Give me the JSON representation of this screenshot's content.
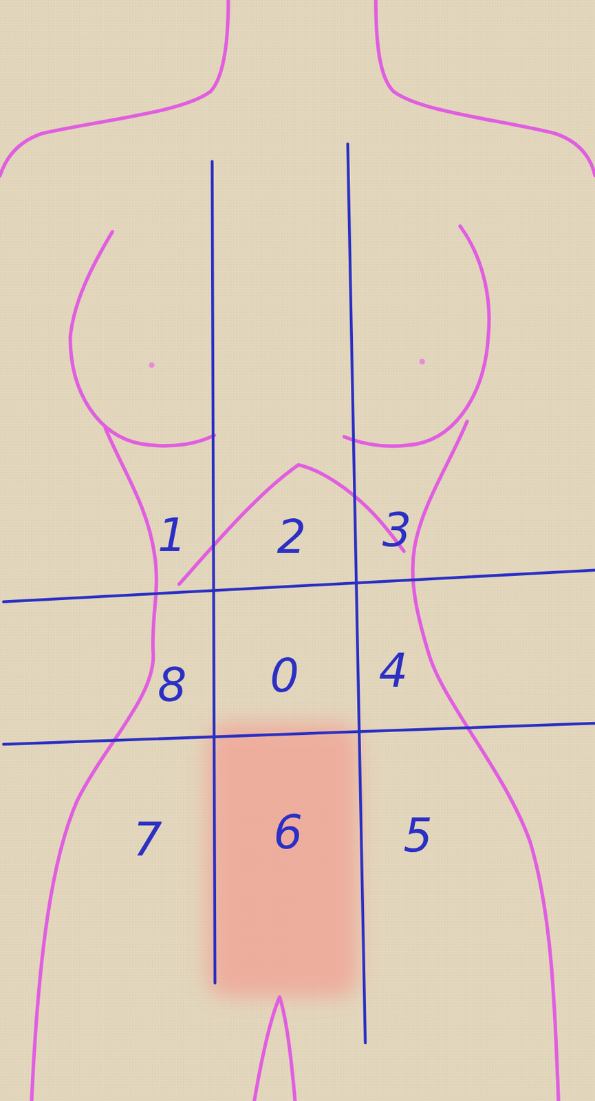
{
  "diagram": {
    "labels": [
      "1",
      "2",
      "3",
      "8",
      "0",
      "4",
      "7",
      "6",
      "5"
    ]
  }
}
